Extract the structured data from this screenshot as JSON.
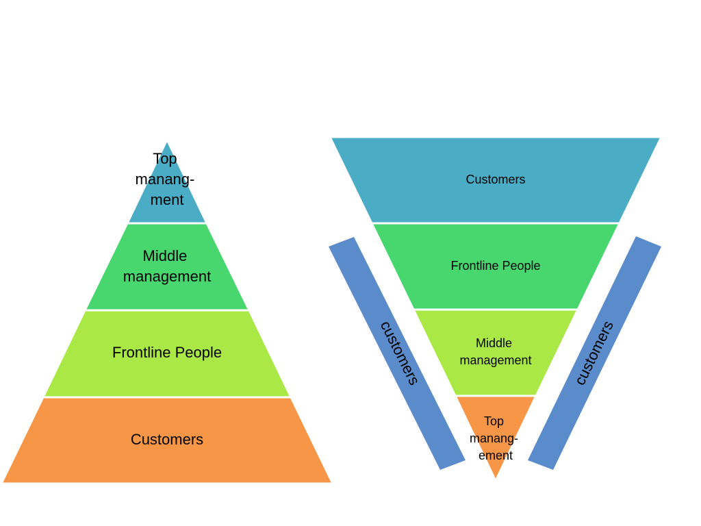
{
  "colors": {
    "teal": "#4BACC6",
    "green": "#47D76E",
    "lime": "#A9E845",
    "orange": "#F79646",
    "bar_blue": "#5A8BCB"
  },
  "pyramid": {
    "levels": [
      {
        "lines": [
          "Top",
          "manang-",
          "ment"
        ]
      },
      {
        "lines": [
          "Middle",
          "management"
        ]
      },
      {
        "lines": [
          "Frontline People"
        ]
      },
      {
        "lines": [
          "Customers"
        ]
      }
    ]
  },
  "inverted_pyramid": {
    "levels": [
      {
        "lines": [
          "Customers"
        ]
      },
      {
        "lines": [
          "Frontline People"
        ]
      },
      {
        "lines": [
          "Middle",
          "management"
        ]
      },
      {
        "lines": [
          "Top",
          "manang-",
          "ement"
        ]
      }
    ],
    "side_labels": {
      "left": "customers",
      "right": "customers"
    }
  }
}
